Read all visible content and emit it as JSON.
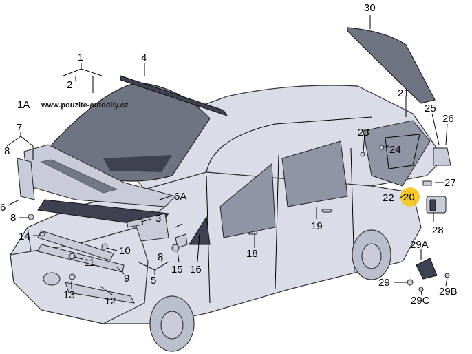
{
  "watermark": "www.pouzite-autodily.cz",
  "highlight_color": "#f5c518",
  "labels": {
    "l30": "30",
    "l4": "4",
    "l1": "1",
    "l2": "2",
    "l1a": "1A",
    "l21": "21",
    "l25": "25",
    "l26": "26",
    "l7": "7",
    "l8a": "8",
    "l23": "23",
    "l24": "24",
    "l27": "27",
    "l22": "22",
    "l20": "20",
    "l6a": "6A",
    "l8b": "8",
    "l3": "3",
    "l19": "19",
    "l28": "28",
    "l14": "14",
    "l10": "10",
    "l11": "11",
    "l8c": "8",
    "l18": "18",
    "l29a": "29A",
    "l15": "15",
    "l16": "16",
    "l9": "9",
    "l5": "5",
    "l29": "29",
    "l13": "13",
    "l12": "12",
    "l29c": "29C",
    "l29b": "29B",
    "l6": "6"
  }
}
